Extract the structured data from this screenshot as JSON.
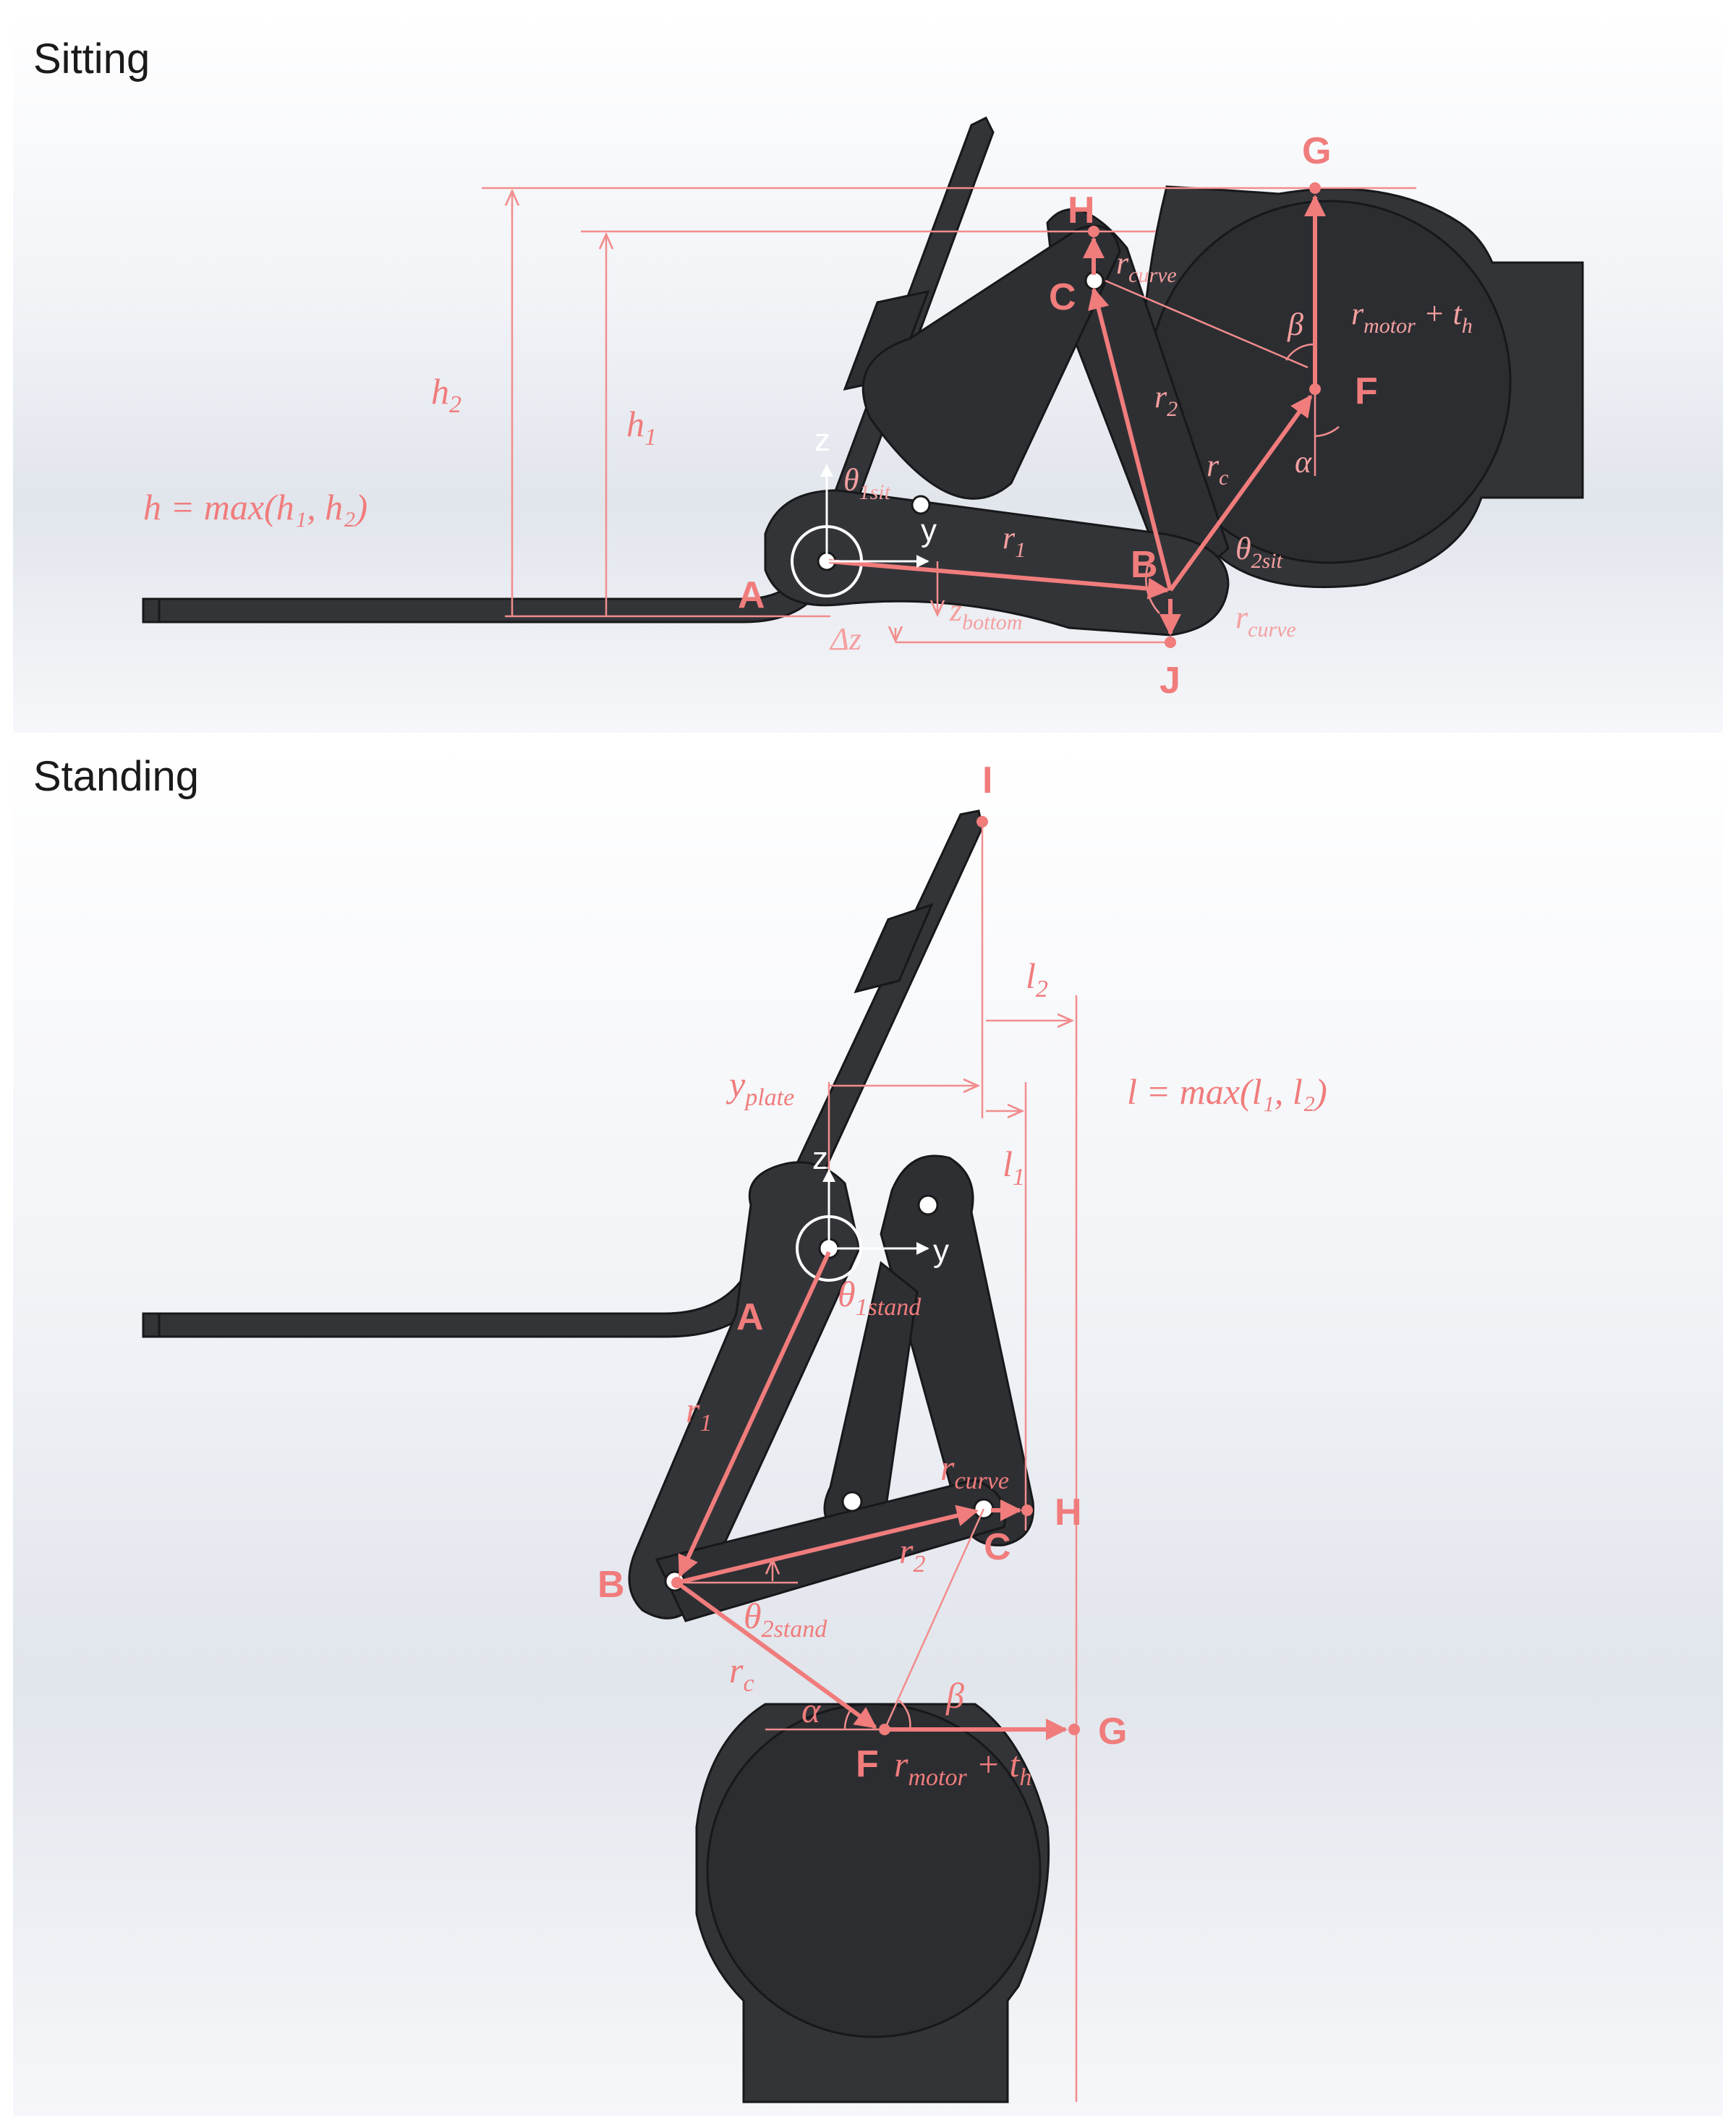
{
  "panels": {
    "sitting": {
      "title": "Sitting",
      "points": {
        "A": "A",
        "B": "B",
        "C": "C",
        "F": "F",
        "G": "G",
        "H": "H",
        "J": "J"
      },
      "axes": {
        "z": "z",
        "y": "y"
      },
      "labels": {
        "h_formula": "h = max(h₁, h₂)",
        "h2": "h",
        "h2_sub": "2",
        "h1": "h",
        "h1_sub": "1",
        "theta1": "θ",
        "theta1_sub": "1sit",
        "r1": "r",
        "r1_sub": "1",
        "r2": "r",
        "r2_sub": "2",
        "rc": "r",
        "rc_sub": "c",
        "alpha": "α",
        "beta": "β",
        "theta2": "θ",
        "theta2_sub": "2sit",
        "rcurve_top": "r",
        "rcurve_top_sub": "curve",
        "rcurve_bottom": "r",
        "rcurve_bottom_sub": "curve",
        "zbottom": "z",
        "zbottom_sub": "bottom",
        "dz": "Δz",
        "rmotor": "r",
        "rmotor_sub": "motor",
        "rmotor_plus": " + t",
        "rmotor_sub2": "h"
      }
    },
    "standing": {
      "title": "Standing",
      "points": {
        "A": "A",
        "B": "B",
        "C": "C",
        "F": "F",
        "G": "G",
        "H": "H",
        "I": "I"
      },
      "axes": {
        "z": "z",
        "y": "y"
      },
      "labels": {
        "l_formula": "l = max(l₁, l₂)",
        "l2": "l",
        "l2_sub": "2",
        "l1": "l",
        "l1_sub": "1",
        "yplate": "y",
        "yplate_sub": "plate",
        "theta1": "θ",
        "theta1_sub": "1stand",
        "r1": "r",
        "r1_sub": "1",
        "r2": "r",
        "r2_sub": "2",
        "rc": "r",
        "rc_sub": "c",
        "rcurve": "r",
        "rcurve_sub": "curve",
        "theta2": "θ",
        "theta2_sub": "2stand",
        "alpha": "α",
        "beta": "β",
        "rmotor": "r",
        "rmotor_sub": "motor",
        "rmotor_plus": " + t",
        "rmotor_sub2": "h"
      }
    }
  },
  "colors": {
    "annotation": "#f07c7c",
    "mechanism": "#333438",
    "axes": "#ffffff"
  }
}
